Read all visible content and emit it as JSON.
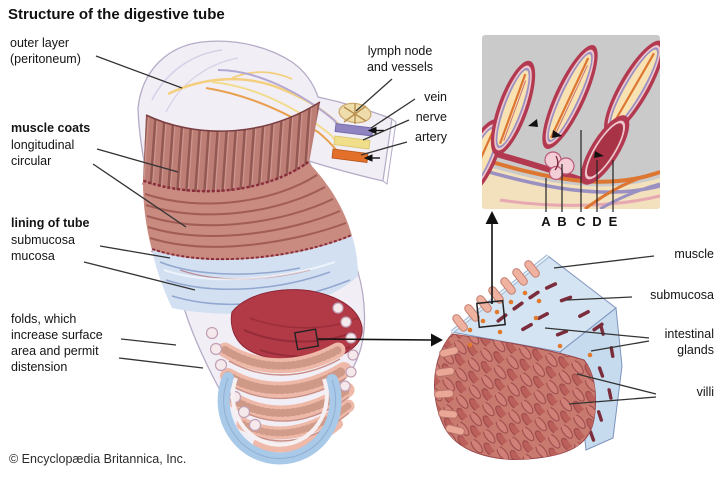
{
  "title": "Structure of the digestive tube",
  "copyright": "© Encyclopædia Britannica, Inc.",
  "tube_labels": {
    "outer_layer": "outer layer\n(peritoneum)",
    "muscle_coats": "muscle coats",
    "longitudinal": "longitudinal",
    "circular": "circular",
    "lining_of_tube": "lining of tube",
    "submucosa": "submucosa",
    "mucosa": "mucosa",
    "folds": "folds, which\nincrease surface\narea and permit\ndistension"
  },
  "mesentery_labels": {
    "lymph_node": "lymph node\nand vessels",
    "vein": "vein",
    "nerve": "nerve",
    "artery": "artery"
  },
  "block_labels": {
    "muscle": "muscle",
    "submucosa": "submucosa",
    "intestinal_glands": "intestinal\nglands",
    "villi": "villi"
  },
  "inset": {
    "markers": [
      "A",
      "B",
      "C",
      "D",
      "E"
    ]
  },
  "palette": {
    "mucosa_crimson": "#b23946",
    "longitudinal_muscle": "#bd7e76",
    "circular_muscle": "#c98a80",
    "submucosa_blue": "#d2e0f2",
    "fold_salmon": "#eeb9a8",
    "vein_purple": "#8f84c0",
    "nerve_yellow": "#f1de8a",
    "artery_orange": "#e2702a",
    "inset_background": "#cacaca",
    "villi_rose": "#c97a6f",
    "block_blue": "#d5e4f2"
  }
}
